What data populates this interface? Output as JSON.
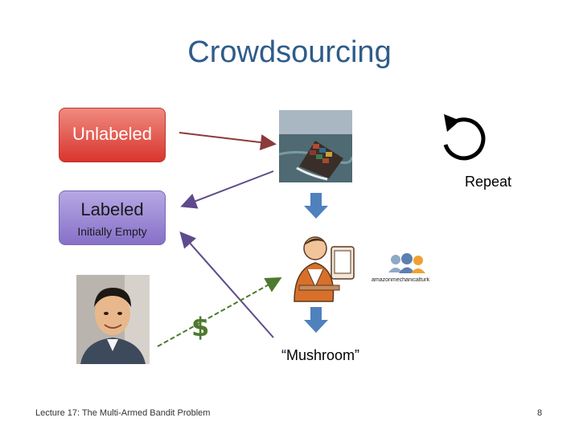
{
  "slide": {
    "title": "Crowdsourcing",
    "unlabeled_label": "Unlabeled",
    "labeled_label": "Labeled",
    "labeled_sublabel": "Initially Empty",
    "repeat_label": "Repeat",
    "answer_label": "“Mushroom”",
    "payment_symbol": "$",
    "mturk_logo_text": "amazonmechanicalturk",
    "footer": "Lecture 17: The Multi-Armed Bandit Problem",
    "page_number": "8"
  },
  "colors": {
    "title": "#2f5c8a",
    "unlabeled_box": "#d8352c",
    "labeled_box": "#8670c8",
    "arrow_red": "#8b3a3a",
    "arrow_purple": "#5e4a8c",
    "arrow_green": "#4d7a2e",
    "down_arrow": "#4f81bd"
  },
  "icons": [
    "repeat-icon",
    "ship-photo",
    "worker-clipart",
    "mturk-logo",
    "person-photo",
    "down-arrow-icon"
  ]
}
